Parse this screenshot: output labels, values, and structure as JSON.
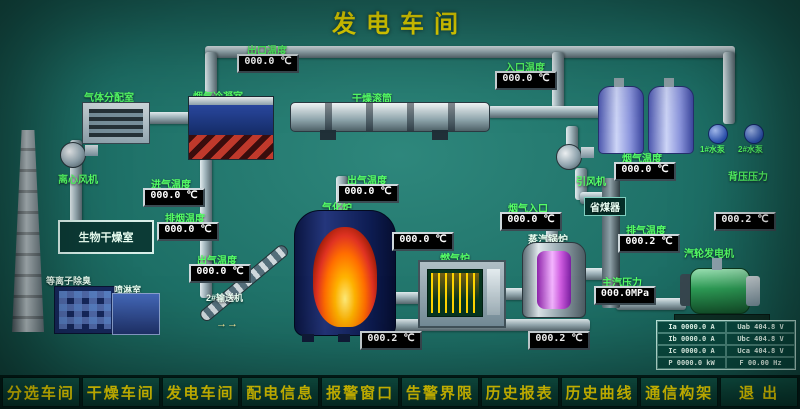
{
  "title": "发电车间",
  "equipment": {
    "gas_distribution_room": "气体分配室",
    "flue_gas_condenser": "烟气冷凝室",
    "drying_drum": "干燥滚筒",
    "centrifugal_fan": "离心风机",
    "induced_draft_fan": "引风机",
    "bio_drying_room": "生物干燥室",
    "plasma_deodorizer": "等离子除臭",
    "spray_room": "喷淋室",
    "conveyor_2": "2#输送机",
    "conveyor_arrow": "→→",
    "gasifier": "气化炉",
    "gas_furnace": "燃气炉",
    "steam_boiler": "蒸汽锅炉",
    "economizer": "省煤器",
    "turbine_generator": "汽轮发电机",
    "pump_1": "1#水泵",
    "pump_2": "2#水泵"
  },
  "displays": {
    "outlet_temp_top": {
      "label": "出口温度",
      "value": "000.0 ℃"
    },
    "inlet_temp_top": {
      "label": "入口温度",
      "value": "000.0 ℃"
    },
    "intake_temp": {
      "label": "进气温度",
      "value": "000.0 ℃"
    },
    "exhaust_smoke_temp": {
      "label": "排烟温度",
      "value": "000.0 ℃"
    },
    "outgas_temp_left": {
      "label": "出气温度",
      "value": "000.0 ℃"
    },
    "outgas_temp_mid": {
      "label": "出气温度",
      "value": "000.0 ℃"
    },
    "furnace_temp": {
      "value": "000.0 ℃"
    },
    "flue_gas_inlet": {
      "label": "烟气入口",
      "value": "000.0 ℃"
    },
    "econ_flue_temp": {
      "label": "烟气温度",
      "value": "000.0 ℃"
    },
    "exhaust_temp": {
      "label": "排气温度",
      "value": "000.2 ℃"
    },
    "back_pressure": {
      "label": "背压压力",
      "value": "000.2 ℃"
    },
    "main_steam_pressure": {
      "label": "主汽压力",
      "value": "000.0MPa"
    },
    "gasifier_line_temp": {
      "value": "000.2 ℃"
    },
    "boiler_line_temp": {
      "value": "000.2 ℃"
    }
  },
  "generator_panel": {
    "rows": [
      [
        "Ia 0000.0 A",
        "Uab 404.8 V"
      ],
      [
        "Ib 0000.0 A",
        "Ubc 404.8 V"
      ],
      [
        "Ic 0000.0 A",
        "Uca 404.8 V"
      ],
      [
        "P 0000.0 kW",
        "F 00.00 Hz"
      ]
    ]
  },
  "menu": {
    "items": [
      "分选车间",
      "干燥车间",
      "发电车间",
      "配电信息",
      "报警窗口",
      "告警界限",
      "历史报表",
      "历史曲线",
      "通信构架",
      "退 出"
    ]
  },
  "colors": {
    "background": "#1d6f66",
    "label_green": "#55ff66",
    "title_yellow": "#ffee00",
    "menu_yellow": "#ffe600",
    "display_bg": "#000000",
    "display_text": "#ffffff"
  }
}
